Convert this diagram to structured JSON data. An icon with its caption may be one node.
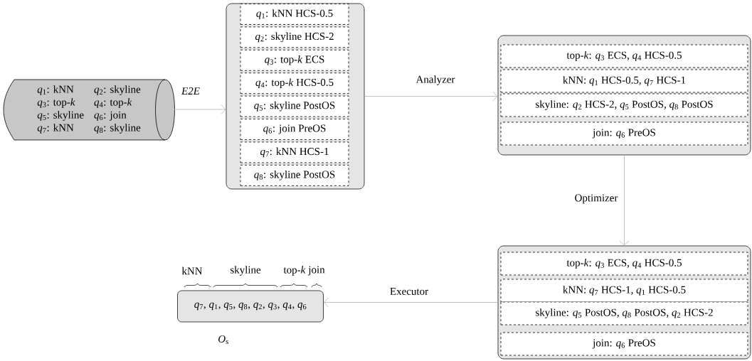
{
  "diagram": {
    "nodes": [
      {
        "text": [
          "*q*$_{1}$: kNN",
          "*q*$_{2}$: skyline",
          "*q*$_{3}$: top-*k*",
          "*q*$_{4}$: top-*k*",
          "*q*$_{5}$: skyline",
          "*q*$_{6}$: join",
          "*q*$_{7}$: kNN",
          "*q*$_{8}$: skyline"
        ]
      },
      {
        "text": [],
        "shape": "box"
      },
      {
        "text": [
          "*q*$_{1}$: kNN HCS-0.5"
        ],
        "in": 1
      },
      {
        "text": [
          "*q*$_{2}$: skyline HCS-2"
        ],
        "in": 1
      },
      {
        "text": [
          "*q*$_{3}$: top-*k* ECS"
        ],
        "in": 1
      },
      {
        "text": [
          "*q*$_{4}$: top-*k* HCS-0.5"
        ],
        "in": 1
      },
      {
        "text": [
          "*q*$_{5}$: skyline PostOS"
        ],
        "in": 1
      },
      {
        "text": [
          "*q*$_{6}$: join PreOS"
        ],
        "in": 1
      },
      {
        "text": [
          "*q*$_{7}$: kNN HCS-1"
        ],
        "in": 1
      },
      {
        "text": [
          "*q*$_{8}$: skyline PostOS"
        ],
        "in": 1
      },
      {
        "text": [],
        "shape": "box"
      },
      {
        "text": [
          "top-*k*: *q*$_{3}$ ECS, *q*$_{4}$ HCS-0.5"
        ],
        "in": 10
      },
      {
        "text": [
          "kNN: *q*$_{1}$ HCS-0.5, *q*$_{7}$ HCS-1"
        ],
        "in": 10
      },
      {
        "text": [
          "skyline: *q*$_{2}$ HCS-2, *q*$_{5}$ PostOS, *q*$_{8}$ PostOS"
        ],
        "in": 10
      },
      {
        "text": [
          "join: *q*$_{6}$ PreOS"
        ],
        "in": 10
      },
      {
        "text": [],
        "shape": "box"
      },
      {
        "text": [
          "top-*k*: *q*$_{3}$ ECS, *q*$_{4}$ HCS-0.5"
        ],
        "in": 15
      },
      {
        "text": [
          "kNN: *q*$_{7}$ HCS-1, *q*$_{1}$ HCS-0.5"
        ],
        "in": 15
      },
      {
        "text": [
          "skyline: *q*$_{5}$ PostOS, *q*$_{8}$ PostOS, *q*$_{2}$ HCS-2"
        ],
        "in": 15
      },
      {
        "text": [
          "join: *q*$_{6}$ PreOS"
        ],
        "in": 15
      },
      {
        "text": [
          "*q*$_{7}$, *q*$_{1}$, *q*$_{5}$, *q*$_{8}$, *q*$_{2}$, *q*$_{3}$, *q*$_{4}$, *q*$_{6}$"
        ],
        "beside": [
          "*O*$_{s}$"
        ]
      }
    ],
    "edges": [
      {
        "from": 0,
        "to": 1,
        "arrow": "to",
        "label": "E2E"
      },
      {
        "from": 1,
        "to": 10,
        "arrow": "to",
        "label": "Analyzer"
      },
      {
        "from": 10,
        "to": 15,
        "arrow": "to",
        "label": "Optimizer"
      },
      {
        "from": 15,
        "to": 20,
        "arrow": "to",
        "label": "Executor"
      }
    ],
    "labels": [
      "kNN",
      "skyline",
      "top-*k*",
      "join"
    ]
  }
}
